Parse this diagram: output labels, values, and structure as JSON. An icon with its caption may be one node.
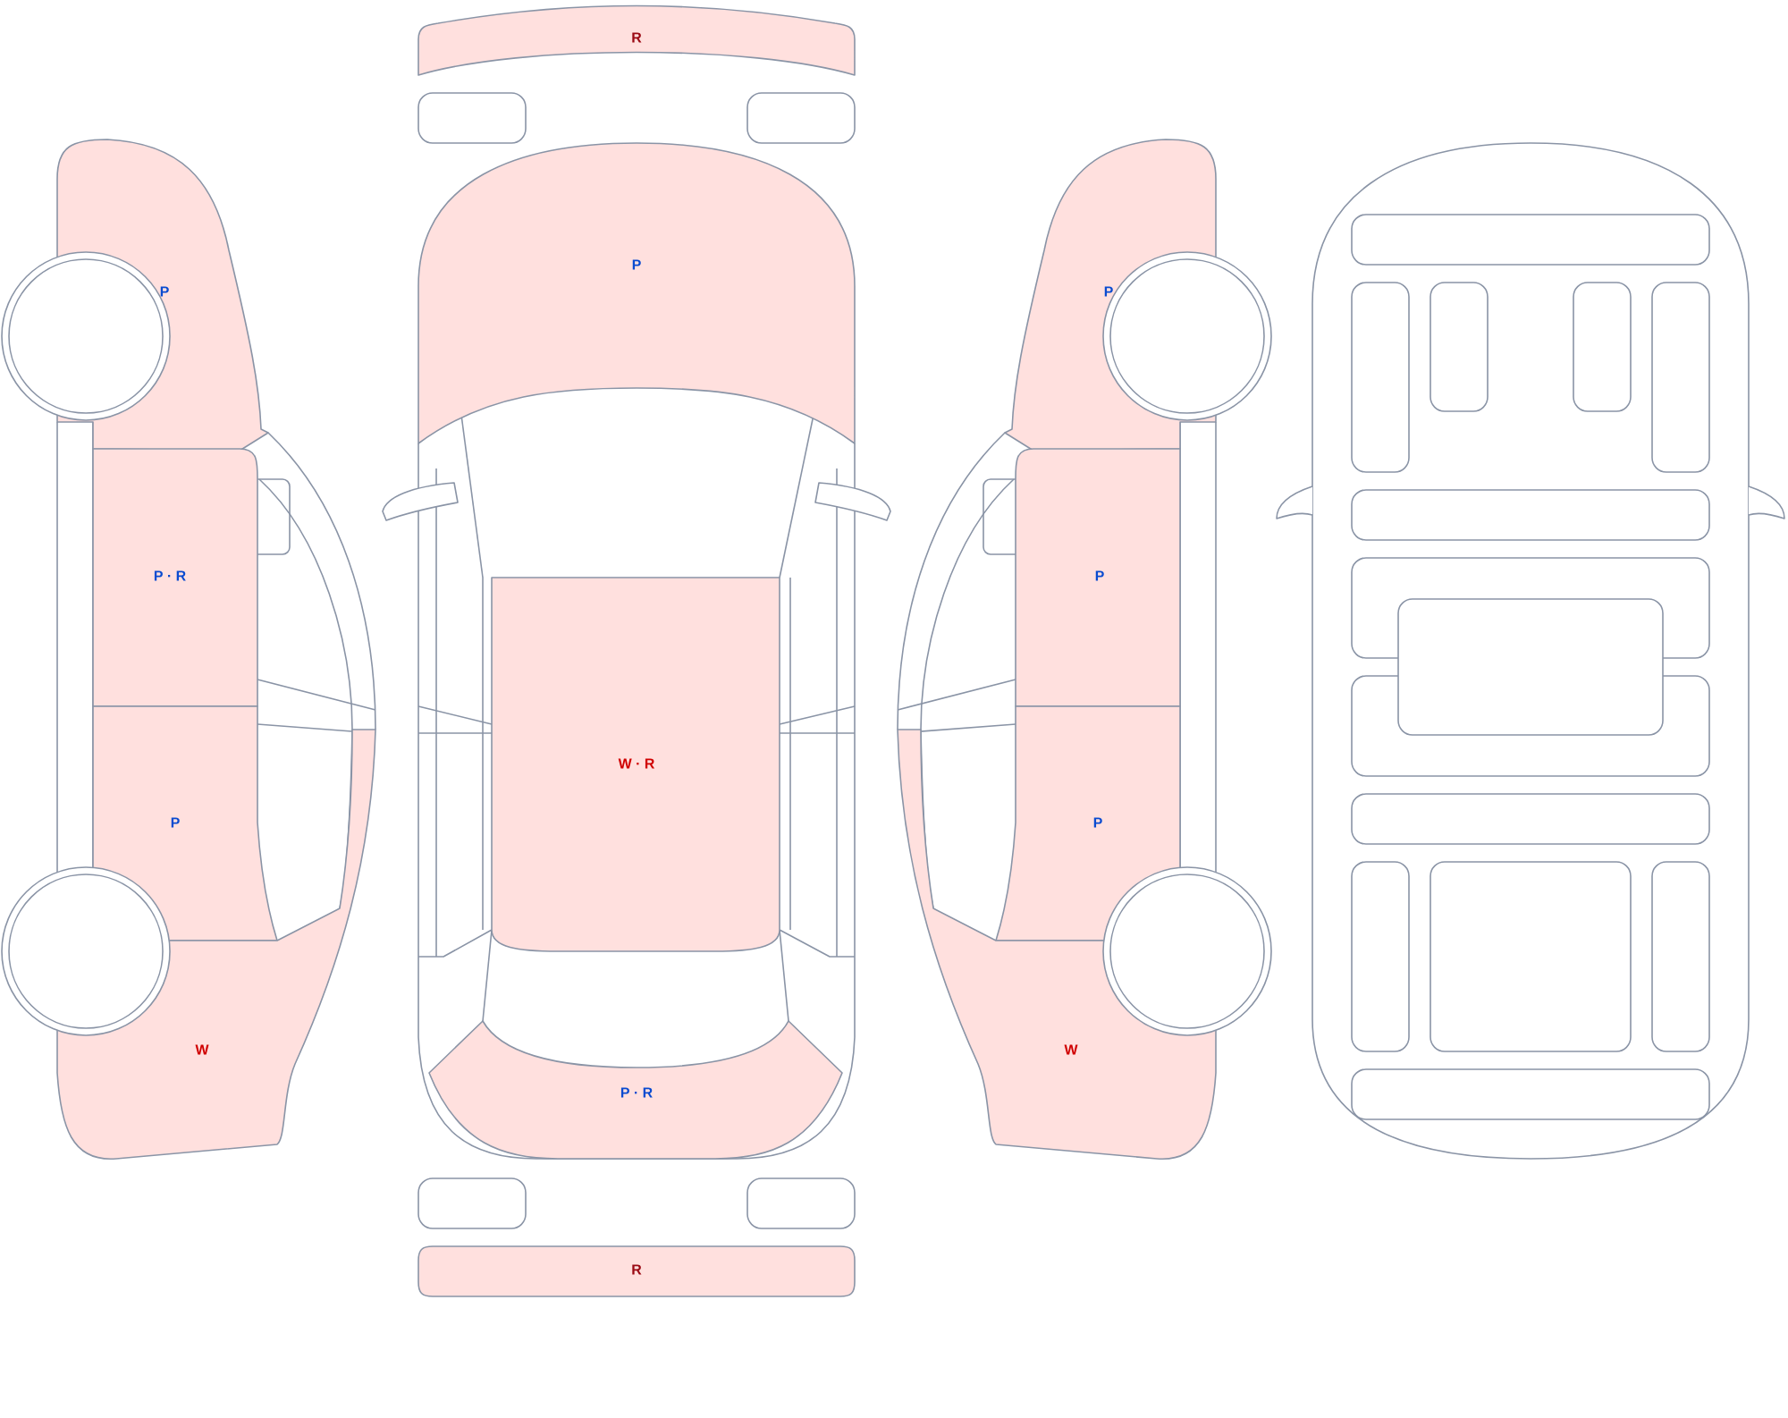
{
  "diagram": {
    "nodes": [
      {
        "text": [
          "R"
        ]
      },
      {
        "text": [
          "P"
        ]
      },
      {
        "text": [
          "P"
        ]
      },
      {
        "text": [
          "P"
        ]
      },
      {
        "text": [
          "P · R"
        ]
      },
      {
        "text": [
          "P"
        ]
      },
      {
        "text": [
          "W · R"
        ]
      },
      {
        "text": [
          "P"
        ]
      },
      {
        "text": [
          "P"
        ]
      },
      {
        "text": [
          "W"
        ]
      },
      {
        "text": [
          "W"
        ]
      },
      {
        "text": [
          "P · R"
        ]
      },
      {
        "text": [
          "R"
        ]
      }
    ]
  }
}
